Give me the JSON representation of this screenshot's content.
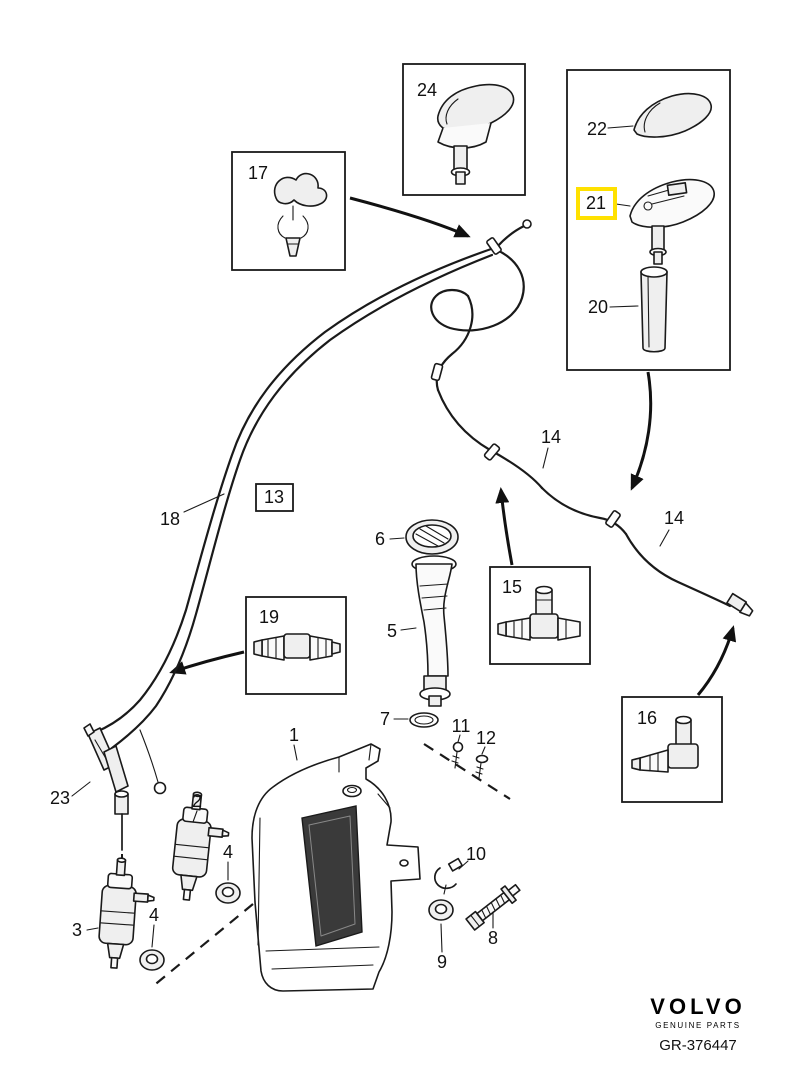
{
  "figure": {
    "kind": "exploded parts diagram",
    "background": "#FFFFFF",
    "line_color": "#1A1A1A",
    "highlight_color": "#FFE100",
    "highlighted_callout": "21"
  },
  "callouts": {
    "c1": "1",
    "c2": "2",
    "c3": "3",
    "c4a": "4",
    "c4b": "4",
    "c5": "5",
    "c6": "6",
    "c7": "7",
    "c8": "8",
    "c9": "9",
    "c10": "10",
    "c11": "11",
    "c12": "12",
    "c13": "13",
    "c14a": "14",
    "c14b": "14",
    "c15": "15",
    "c16": "16",
    "c17": "17",
    "c18": "18",
    "c19": "19",
    "c20": "20",
    "c21": "21",
    "c22": "22",
    "c23": "23",
    "c24": "24"
  },
  "footer": {
    "brand": "VOLVO",
    "tagline": "GENUINE PARTS",
    "code": "GR-376447"
  }
}
